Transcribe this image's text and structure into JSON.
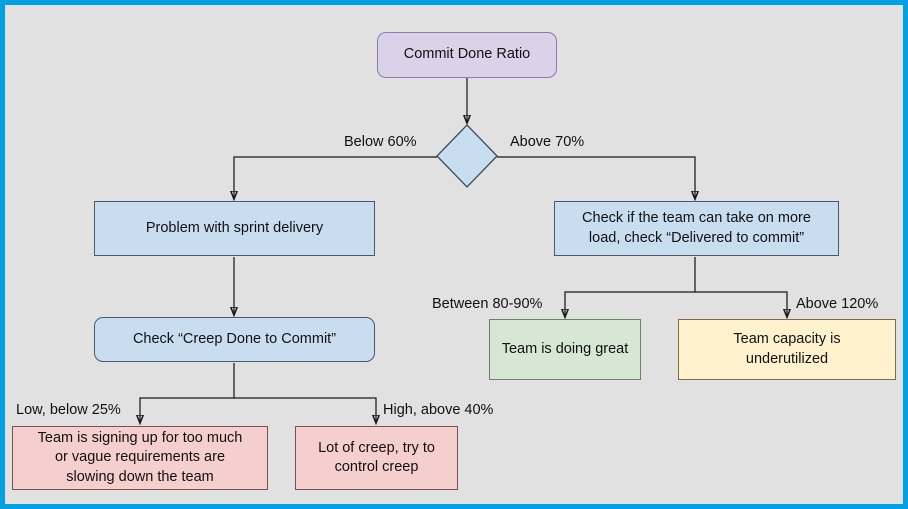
{
  "diagram": {
    "title_node": {
      "label": "Commit Done Ratio"
    },
    "decision": {
      "label": ""
    },
    "nodes": {
      "problem_sprint": {
        "label": "Problem with sprint delivery"
      },
      "check_more_load": {
        "label": "Check if the team can take on more\nload, check “Delivered to commit”"
      },
      "check_creep": {
        "label": "Check “Creep Done to Commit”"
      },
      "team_great": {
        "label": "Team is doing great"
      },
      "team_underutilized": {
        "label": "Team capacity is\nunderutilized"
      },
      "signing_up_too_much": {
        "label": "Team is signing up for too much\nor vague requirements are\nslowing down the team"
      },
      "lot_of_creep": {
        "label": "Lot of creep, try to\ncontrol creep"
      }
    },
    "edge_labels": {
      "below_60": "Below 60%",
      "above_70": "Above 70%",
      "between_80_90": "Between 80-90%",
      "above_120": "Above 120%",
      "low_below_25": "Low, below 25%",
      "high_above_40": "High, above 40%"
    },
    "colors": {
      "frame_border": "#00a0e3",
      "canvas_background": "#e1e1e1",
      "purple_fill": "#d9d2e9",
      "blue_fill": "#c9ddf0",
      "green_fill": "#d6e8d4",
      "yellow_fill": "#fff2cc",
      "pink_fill": "#f5cece",
      "edge_stroke": "#1b1b1b"
    }
  }
}
